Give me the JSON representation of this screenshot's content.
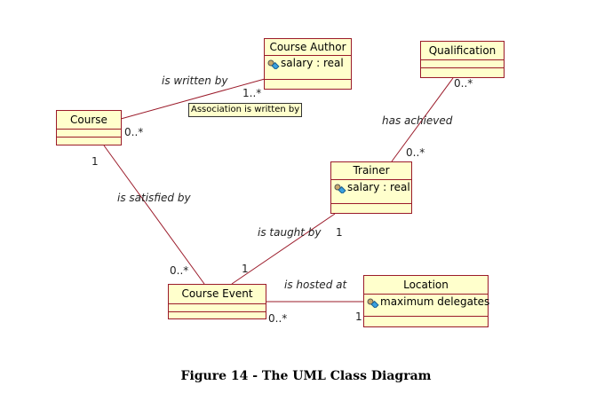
{
  "classes": {
    "course_author": {
      "name": "Course Author",
      "attribute": "salary : real"
    },
    "qualification": {
      "name": "Qualification"
    },
    "course": {
      "name": "Course"
    },
    "trainer": {
      "name": "Trainer",
      "attribute": "salary : real"
    },
    "course_event": {
      "name": "Course Event"
    },
    "location": {
      "name": "Location",
      "attribute": "maximum delegates"
    }
  },
  "associations": {
    "written_by": {
      "label": "is written by",
      "mult_author": "1..*",
      "mult_course": "0..*",
      "note": "Association is written by"
    },
    "has_achieved": {
      "label": "has achieved",
      "mult_qualification": "0..*",
      "mult_trainer": "0..*"
    },
    "satisfied_by": {
      "label": "is satisfied by",
      "mult_course": "1",
      "mult_event": "0..*"
    },
    "taught_by": {
      "label": "is taught by",
      "mult_trainer": "1",
      "mult_event": "1"
    },
    "hosted_at": {
      "label": "is hosted at",
      "mult_event": "0..*",
      "mult_location": "1"
    }
  },
  "caption": "Figure 14 - The UML Class Diagram",
  "colors": {
    "border": "#9b1b2a",
    "fill": "#ffffcc",
    "line": "#9b1b2a"
  },
  "icon": "attribute-key-icon"
}
